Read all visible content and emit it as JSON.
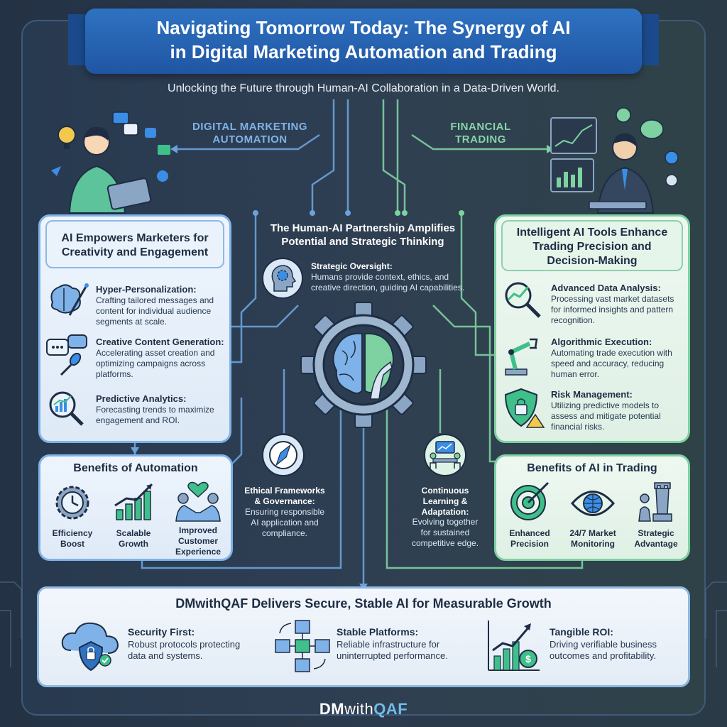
{
  "title_line1": "Navigating Tomorrow Today: The Synergy of AI",
  "title_line2": "in Digital Marketing Automation and Trading",
  "subtitle": "Unlocking the Future through Human-AI Collaboration in a Data-Driven World.",
  "left_section": {
    "heading_line1": "DIGITAL MARKETING",
    "heading_line2": "AUTOMATION",
    "panel_title_line1": "AI Empowers Marketers for",
    "panel_title_line2": "Creativity and Engagement",
    "items": [
      {
        "title": "Hyper-Personalization:",
        "lines": [
          "Crafting tailored messages and",
          "content for individual audience",
          "segments at scale."
        ],
        "icon": "brain-brush-icon"
      },
      {
        "title": "Creative Content Generation:",
        "lines": [
          "Accelerating asset creation and",
          "optimizing campaigns across",
          "platforms."
        ],
        "icon": "chat-microphone-icon"
      },
      {
        "title": "Predictive Analytics:",
        "lines": [
          "Forecasting trends to maximize",
          "engagement and ROI."
        ],
        "icon": "magnifier-chart-icon"
      }
    ],
    "benefits_title": "Benefits of Automation",
    "benefits": [
      {
        "lines": [
          "Efficiency",
          "Boost"
        ],
        "icon": "clock-gear-icon"
      },
      {
        "lines": [
          "Scalable",
          "Growth"
        ],
        "icon": "growth-chart-icon"
      },
      {
        "lines": [
          "Improved",
          "Customer",
          "Experience"
        ],
        "icon": "handshake-heart-icon"
      }
    ]
  },
  "right_section": {
    "heading_line1": "FINANCIAL",
    "heading_line2": "TRADING",
    "panel_title_line1": "Intelligent AI Tools Enhance",
    "panel_title_line2": "Trading Precision and",
    "panel_title_line3": "Decision-Making",
    "items": [
      {
        "title": "Advanced Data Analysis:",
        "lines": [
          "Processing vast market datasets",
          "for informed insights and pattern",
          "recognition."
        ],
        "icon": "magnifier-trend-icon"
      },
      {
        "title": "Algorithmic Execution:",
        "lines": [
          "Automating trade execution with",
          "speed and accuracy, reducing",
          "human error."
        ],
        "icon": "robot-arm-icon"
      },
      {
        "title": "Risk Management:",
        "lines": [
          "Utilizing predictive models to",
          "assess and mitigate potential",
          "financial risks."
        ],
        "icon": "shield-lock-icon"
      }
    ],
    "benefits_title": "Benefits of AI in Trading",
    "benefits": [
      {
        "lines": [
          "Enhanced",
          "Precision"
        ],
        "icon": "target-icon"
      },
      {
        "lines": [
          "24/7 Market",
          "Monitoring"
        ],
        "icon": "eye-globe-icon"
      },
      {
        "lines": [
          "Strategic",
          "Advantage"
        ],
        "icon": "chess-icon"
      }
    ]
  },
  "center": {
    "title_line1": "The Human-AI Partnership Amplifies",
    "title_line2": "Potential and Strategic Thinking",
    "oversight_title": "Strategic Oversight:",
    "oversight_lines": [
      "Humans provide context, ethics, and",
      "creative direction, guiding AI capabilities."
    ],
    "ethics_title_lines": [
      "Ethical Frameworks",
      "& Governance:"
    ],
    "ethics_lines": [
      "Ensuring responsible",
      "AI application and",
      "compliance."
    ],
    "learning_title_lines": [
      "Continuous",
      "Learning &",
      "Adaptation:"
    ],
    "learning_lines": [
      "Evolving together",
      "for sustained",
      "competitive edge."
    ]
  },
  "bottom": {
    "title": "DMwithQAF Delivers Secure, Stable AI for Measurable Growth",
    "items": [
      {
        "title": "Security First:",
        "lines": [
          "Robust protocols protecting",
          "data and systems."
        ],
        "icon": "cloud-lock-icon"
      },
      {
        "title": "Stable Platforms:",
        "lines": [
          "Reliable infrastructure for",
          "uninterrupted performance."
        ],
        "icon": "network-cubes-icon"
      },
      {
        "title": "Tangible ROI:",
        "lines": [
          "Driving verifiable business",
          "outcomes and profitability."
        ],
        "icon": "roi-chart-icon"
      }
    ]
  },
  "footer": {
    "logo_a": "DM",
    "logo_b": "with",
    "logo_c": "QAF"
  },
  "colors": {
    "blue_accent": "#7fb2e8",
    "green_accent": "#7ed1a0",
    "banner": "#2f72c2",
    "background": "#2b3a4c"
  }
}
